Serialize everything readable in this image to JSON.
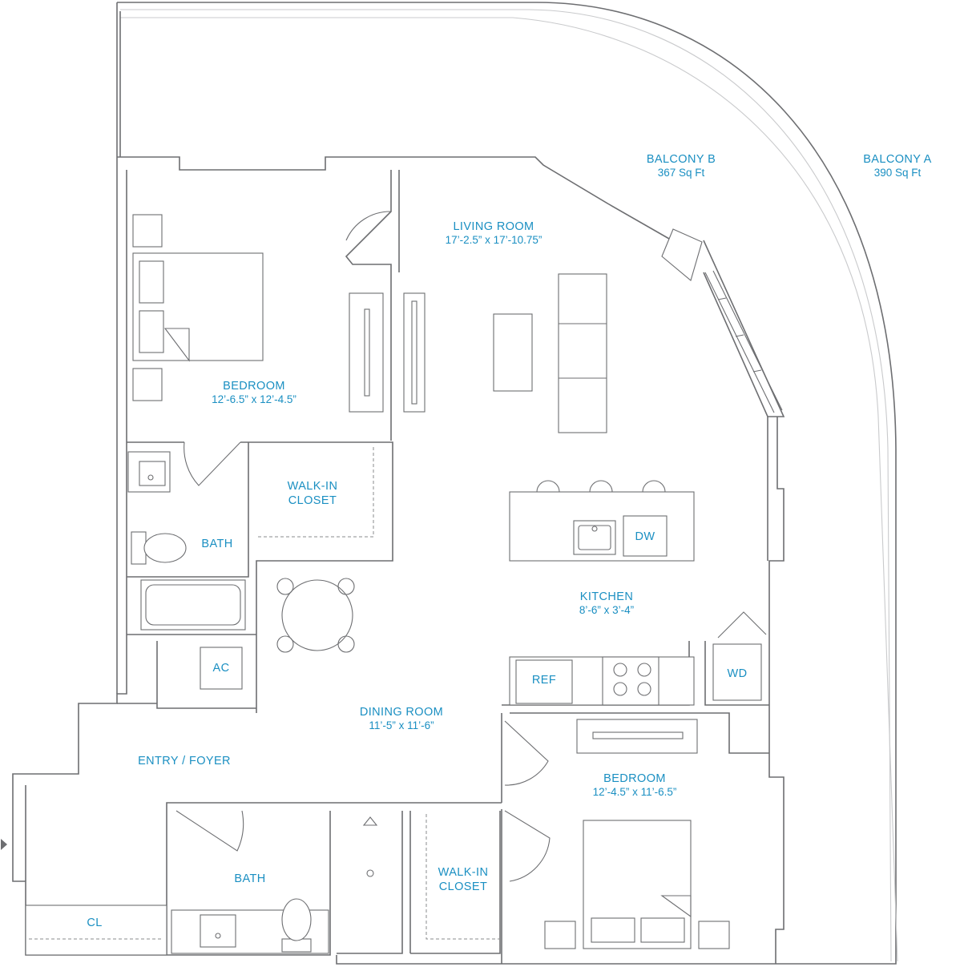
{
  "rooms": {
    "balcony_b": {
      "name": "BALCONY B",
      "size": "367 Sq Ft"
    },
    "balcony_a": {
      "name": "BALCONY A",
      "size": "390 Sq Ft"
    },
    "living_room": {
      "name": "LIVING ROOM",
      "size": "17’-2.5” x 17’-10.75”"
    },
    "bedroom_1": {
      "name": "BEDROOM",
      "size": "12’-6.5” x 12’-4.5”"
    },
    "walk_in_closet_1": {
      "line1": "WALK-IN",
      "line2": "CLOSET"
    },
    "bath_1": {
      "name": "BATH"
    },
    "kitchen": {
      "name": "KITCHEN",
      "size": "8’-6” x 3’-4”"
    },
    "dining_room": {
      "name": "DINING ROOM",
      "size": "11’-5” x 11’-6”"
    },
    "entry_foyer": {
      "name": "ENTRY / FOYER"
    },
    "bedroom_2": {
      "name": "BEDROOM",
      "size": "12’-4.5” x 11’-6.5”"
    },
    "bath_2": {
      "name": "BATH"
    },
    "walk_in_closet_2": {
      "line1": "WALK-IN",
      "line2": "CLOSET"
    },
    "closet": {
      "name": "CL"
    }
  },
  "fixtures": {
    "ac": "AC",
    "dishwasher": "DW",
    "refrigerator": "REF",
    "washer_dryer": "WD"
  },
  "colors": {
    "label": "#1a8fc2",
    "wall": "#6d6e71"
  }
}
